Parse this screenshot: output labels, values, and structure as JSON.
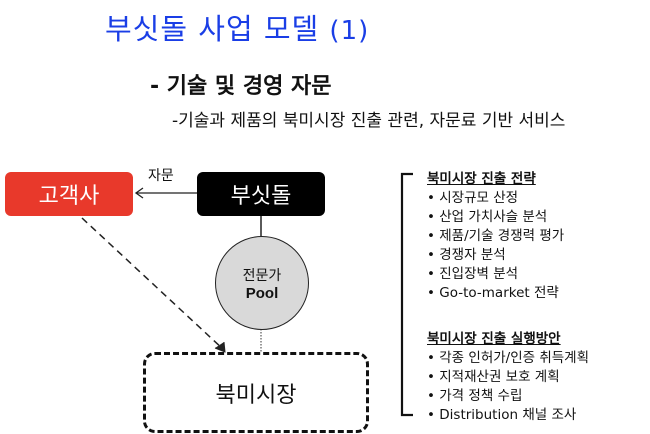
{
  "title": {
    "main": "부싯돌 사업 모델",
    "num": "(1)"
  },
  "heading": "- 기술 및 경영  자문",
  "subheading": "-기술과 제품의 북미시장 진출 관련, 자문료 기반 서비스",
  "diagram": {
    "client": "고객사",
    "company": "부싯돌",
    "advice_label": "자문",
    "pool_line1": "전문가",
    "pool_line2": "Pool",
    "market": "북미시장",
    "colors": {
      "client": "#e8392b",
      "company": "#000000",
      "pool": "#d9d9d9",
      "title": "#1a3ee6"
    }
  },
  "strategy": {
    "header": "북미시장 진출 전략",
    "items": [
      "시장규모 산정",
      "산업 가치사슬 분석",
      "제품/기술 경쟁력 평가",
      "경쟁자 분석",
      "진입장벽 분석",
      "Go-to-market 전략"
    ]
  },
  "execution": {
    "header": "북미시장 진출 실행방안",
    "items": [
      "각종 인허가/인증 취득계획",
      "지적재산권 보호 계획",
      "가격 정책 수립",
      "Distribution 채널 조사"
    ]
  }
}
